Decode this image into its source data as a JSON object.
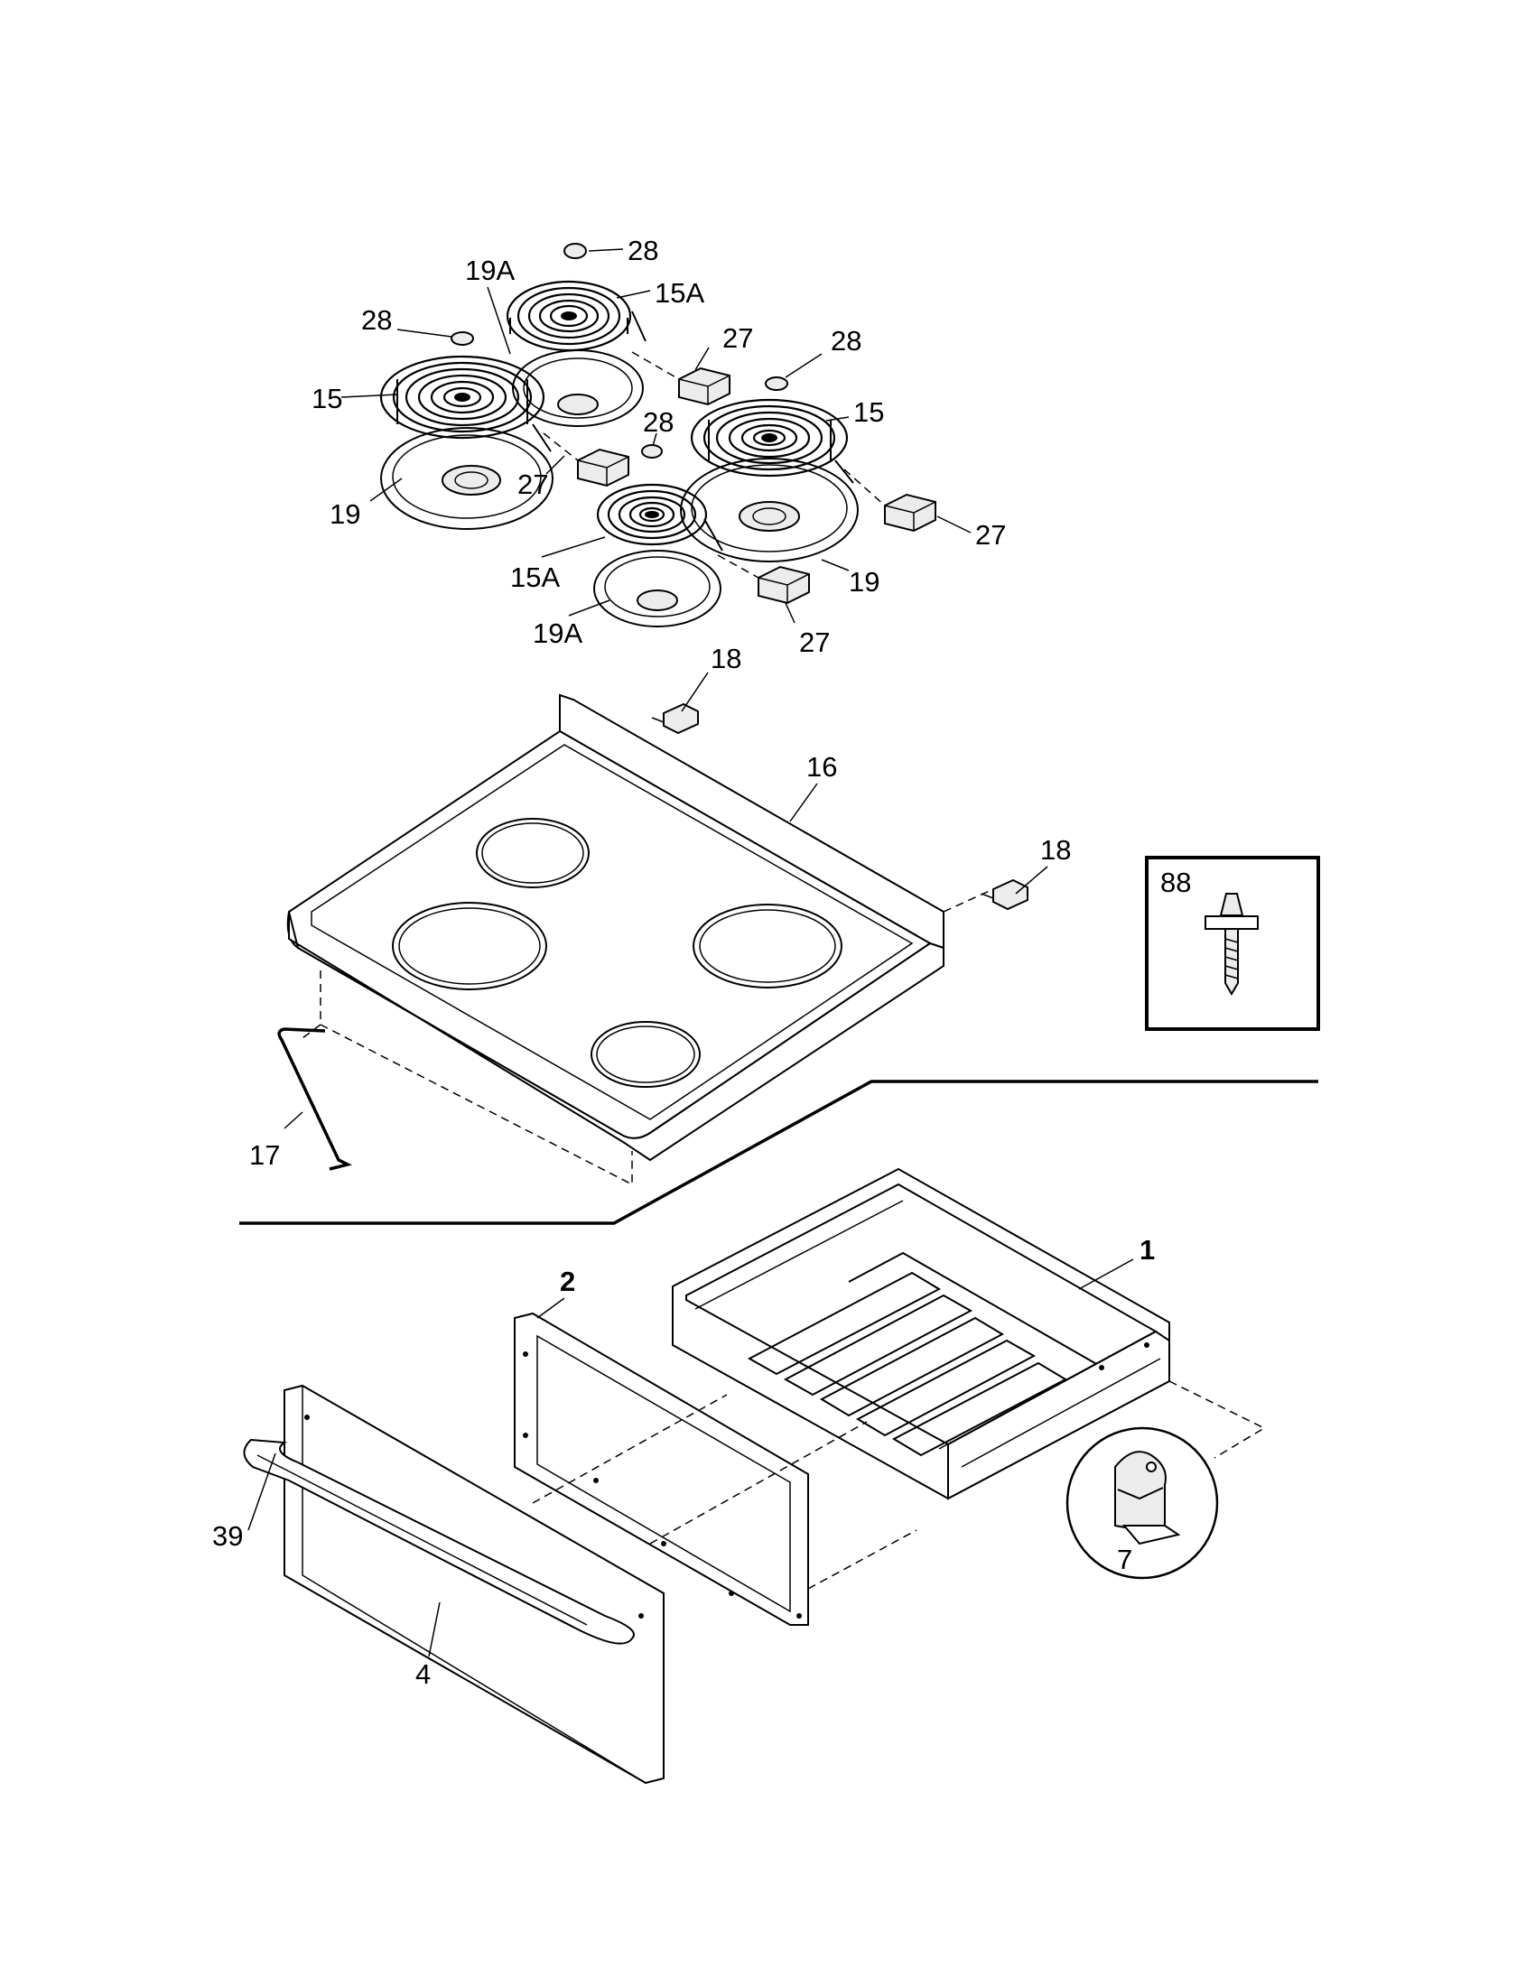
{
  "callouts": {
    "c28a": "28",
    "c19a_top": "19A",
    "c15a_top": "15A",
    "c28b": "28",
    "c27a": "27",
    "c28c": "28",
    "c15_left": "15",
    "c15_right": "15",
    "c28d": "28",
    "c19_left": "19",
    "c27b": "27",
    "c27c": "27",
    "c15a_bot": "15A",
    "c19_right": "19",
    "c19a_bot": "19A",
    "c27d": "27",
    "c18a": "18",
    "c16": "16",
    "c18b": "18",
    "c88": "88",
    "c17": "17",
    "c1": "1",
    "c2": "2",
    "c39": "39",
    "c4": "4",
    "c7": "7"
  }
}
